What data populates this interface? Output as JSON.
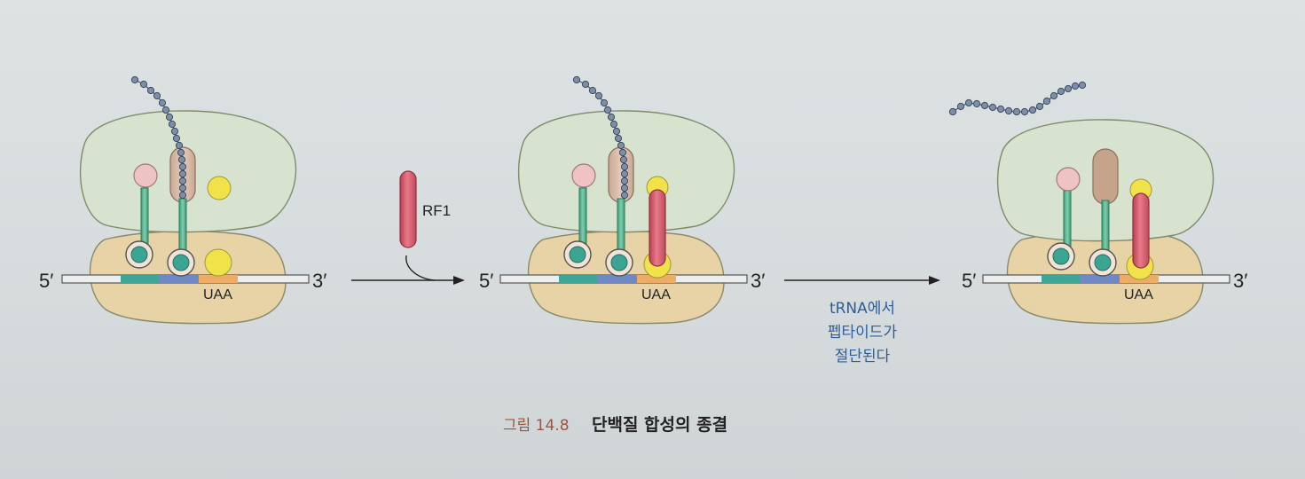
{
  "figure": {
    "panel1": {
      "five_prime": "5′",
      "three_prime": "3′",
      "codon": "UAA"
    },
    "factor": {
      "label": "RF1"
    },
    "panel2": {
      "five_prime": "5′",
      "three_prime": "3′",
      "codon": "UAA"
    },
    "step_label": [
      "tRNA에서",
      "펩타이드가",
      "절단된다"
    ],
    "panel3": {
      "five_prime": "5′",
      "three_prime": "3′",
      "codon": "UAA"
    }
  },
  "caption": {
    "number": "그림 14.8",
    "title": "단백질 합성의 종결"
  },
  "colors": {
    "large_subunit": "#d7e3cf",
    "small_subunit": "#e8d3a6",
    "mrna": "#eceeed",
    "trna_stem": "#5bb38e",
    "trna_anticodon": "#3aa593",
    "p_site_loop": "#d7b9a4",
    "e_site_loop": "#efc3c2",
    "a_site_yellow": "#f2e24a",
    "rf1": "#d55b6a",
    "codon_teal": "#3ea599",
    "codon_blue": "#6f88c6",
    "codon_orange": "#eeab66",
    "peptide_bead": "#7d8ea8",
    "step_text": "#2f5d9a",
    "caption_number": "#a0533b"
  }
}
